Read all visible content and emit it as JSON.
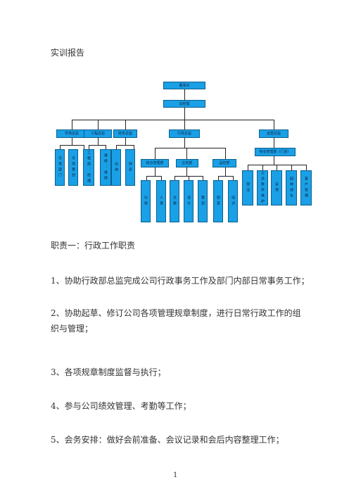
{
  "document": {
    "title": "实训报告",
    "org_chart": {
      "top": "董事长",
      "second": "总经理",
      "departments": [
        {
          "name": "市场总监",
          "units": [
            "市场部门",
            "市场策划"
          ]
        },
        {
          "name": "工程总监",
          "units": [
            "工程部：经理",
            "维修：维修"
          ]
        },
        {
          "name": "财务总监",
          "units": [
            "出纳",
            "财务"
          ]
        },
        {
          "name": "行政总监",
          "subgroups": [
            {
              "name": "综合管理部",
              "units": [
                "行政",
                "人事"
              ]
            },
            {
              "name": "企划部",
              "units": [
                "文案",
                "设计",
                "策划"
              ]
            },
            {
              "name": "品控部",
              "units": [
                "检查",
                "培训"
              ]
            }
          ]
        },
        {
          "name": "运营总监",
          "subgroups": [
            {
              "name": "物业管理部（门店）",
              "units": [
                "保洁",
                "公共秩序维护",
                "安保",
                "园林绿化",
                "客户管理"
              ]
            }
          ]
        }
      ]
    },
    "section_heading": "职责一：行政工作职责",
    "items": [
      "1、协助行政部总监完成公司行政事务工作及部门内部日常事务工作；",
      "2、协助起草、修订公司各项管理规章制度，进行日常行政工作的组织与管理；",
      "3、各项规章制度监督与执行；",
      "4、参与公司绩效管理、考勤等工作；",
      "5、会务安排：做好会前准备、会议记录和会后内容整理工作；"
    ],
    "page_number": "1"
  }
}
